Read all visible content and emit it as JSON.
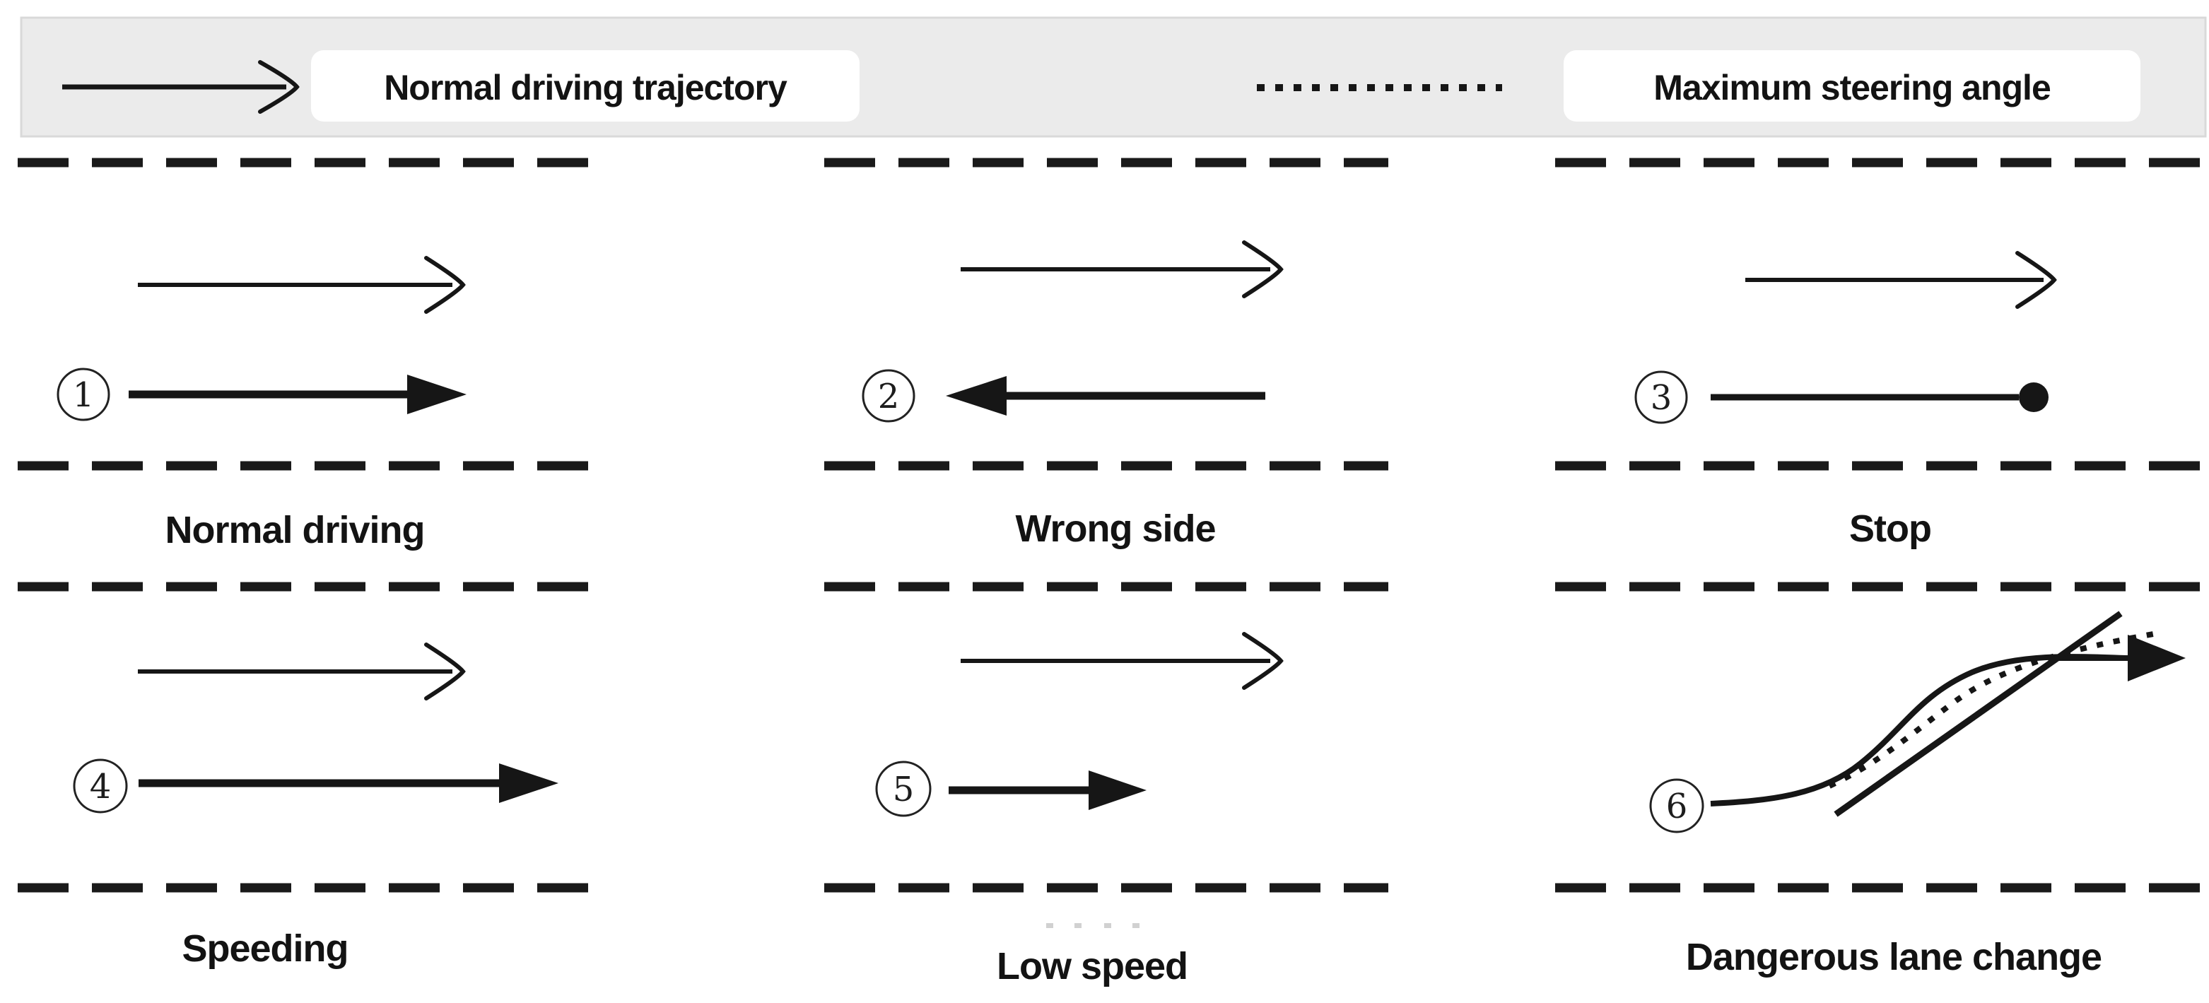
{
  "colors": {
    "background": "#ffffff",
    "ink": "#161616",
    "legend_bar": "#ebebeb",
    "legend_bar_border": "#d9d9d9",
    "legend_label_box": "#ffffff"
  },
  "legend": {
    "items": [
      {
        "symbol": "solid-arrow",
        "label": "Normal driving trajectory"
      },
      {
        "symbol": "dotted-line",
        "label": "Maximum steering angle"
      }
    ]
  },
  "panels": [
    {
      "number": "1",
      "circled_glyph": "①",
      "label": "Normal driving",
      "trajectory": "forward-normal-length"
    },
    {
      "number": "2",
      "circled_glyph": "②",
      "label": "Wrong side",
      "trajectory": "backward-against-traffic"
    },
    {
      "number": "3",
      "circled_glyph": "③",
      "label": "Stop",
      "trajectory": "line-ending-in-dot"
    },
    {
      "number": "4",
      "circled_glyph": "④",
      "label": "Speeding",
      "trajectory": "forward-longer-than-normal"
    },
    {
      "number": "5",
      "circled_glyph": "⑤",
      "label": "Low speed",
      "trajectory": "forward-shorter-than-normal"
    },
    {
      "number": "6",
      "circled_glyph": "⑥",
      "label": "Dangerous lane change",
      "trajectory": "s-curve-with-max-steering-tangent"
    }
  ]
}
